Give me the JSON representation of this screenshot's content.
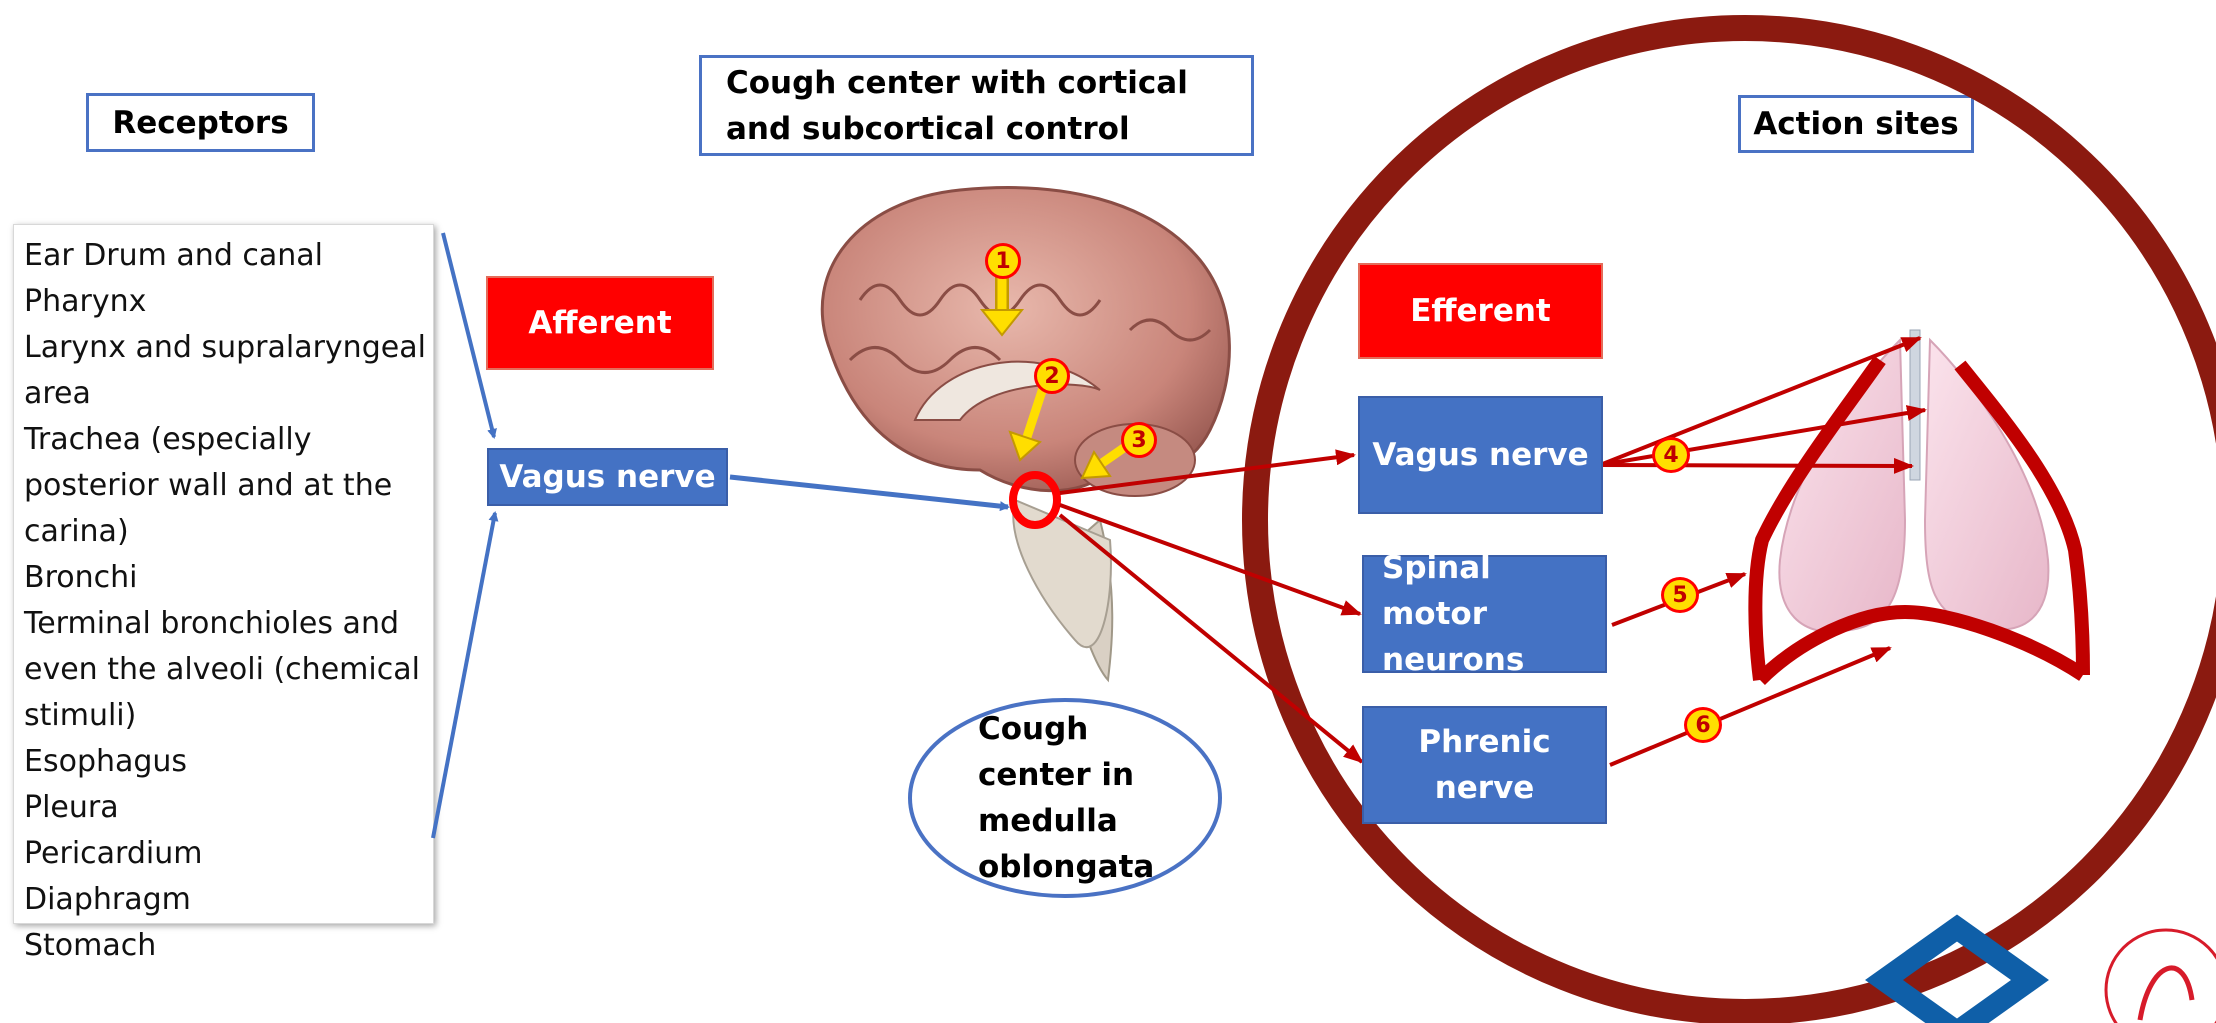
{
  "headers": {
    "receptors": "Receptors",
    "cough_center": "Cough center with cortical and subcortical control",
    "action_sites": "Action sites"
  },
  "receptors": [
    "Ear Drum and canal",
    "Pharynx",
    "Larynx and supralaryngeal area",
    "Trachea (especially posterior wall and at the carina)",
    "Bronchi",
    "Terminal bronchioles and even the alveoli (chemical stimuli)",
    "Esophagus",
    "Pleura",
    "Pericardium",
    "Diaphragm",
    "Stomach"
  ],
  "afferent": {
    "label": "Afferent",
    "nerve": "Vagus nerve"
  },
  "efferent": {
    "label": "Efferent",
    "vagus": "Vagus nerve",
    "spinal": "Spinal motor neurons",
    "phrenic": "Phrenic nerve"
  },
  "cough_center_medulla": "Cough center in medulla oblongata",
  "markers": [
    "1",
    "2",
    "3",
    "4",
    "5",
    "6"
  ],
  "colors": {
    "blue": "#4472c4",
    "red": "#ff0000",
    "dark_red": "#8b1a10",
    "arrow_red": "#c00000",
    "marker_yellow": "#ffde00"
  }
}
